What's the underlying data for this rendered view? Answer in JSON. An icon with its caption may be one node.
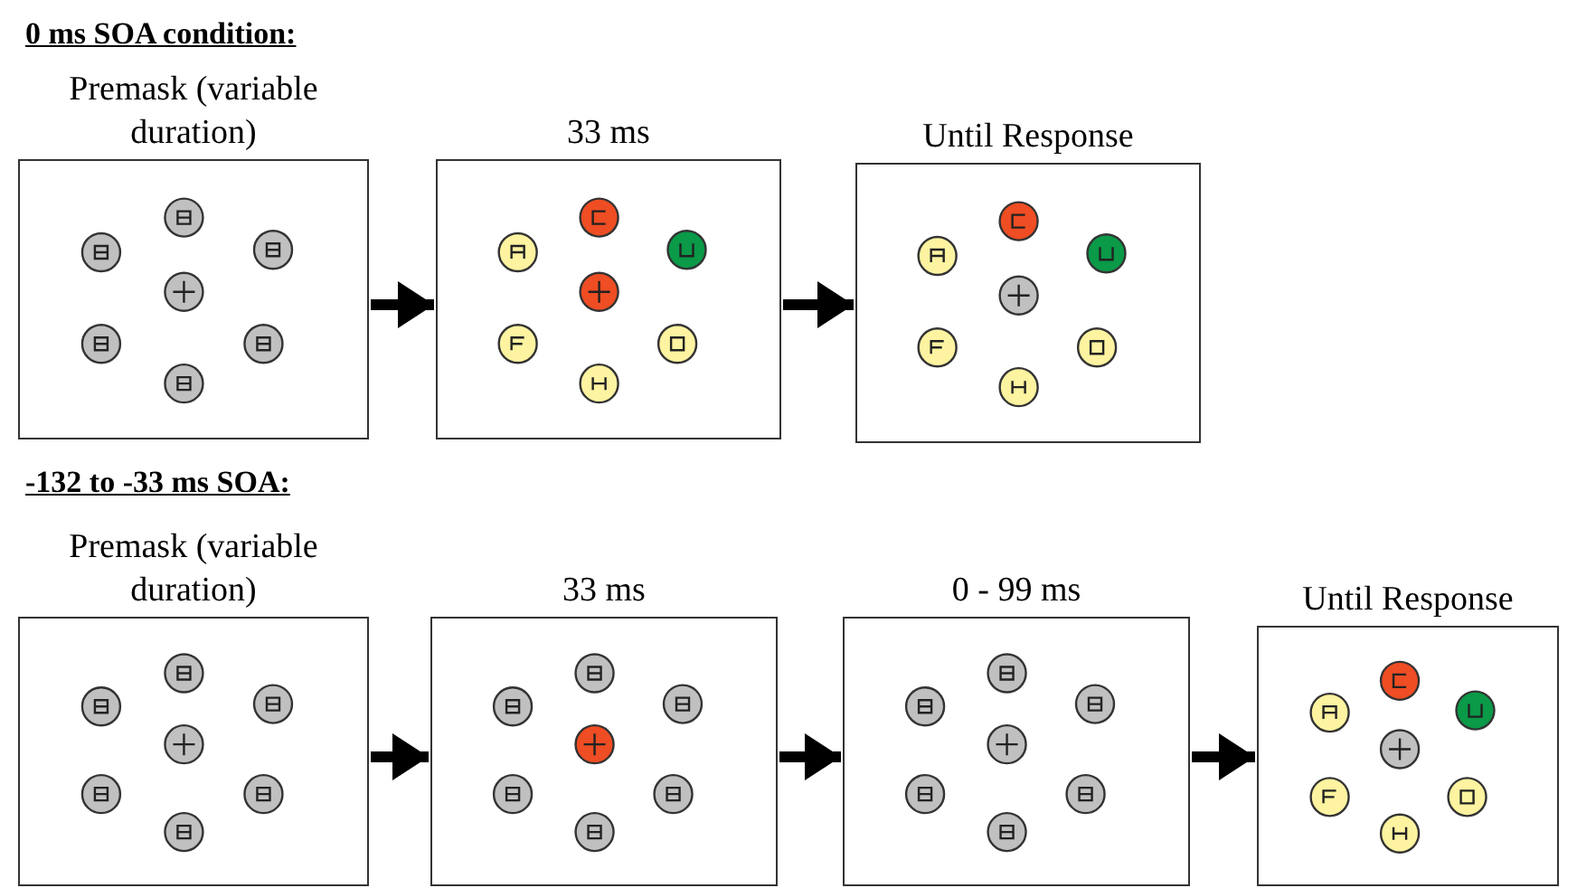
{
  "diagram": {
    "nodes": [
      {
        "text": [
          "Premask (variable duration)"
        ]
      },
      {
        "text": [
          "33 ms"
        ]
      },
      {
        "text": [
          "Until Response"
        ]
      },
      {
        "text": [
          "Premask (variable duration)"
        ]
      },
      {
        "text": [
          "33 ms"
        ]
      },
      {
        "text": [
          "0 - 99 ms"
        ]
      },
      {
        "text": [
          "Until Response"
        ]
      }
    ],
    "edges": [
      {
        "from": 0,
        "to": 1,
        "arrow": "to"
      },
      {
        "from": 1,
        "to": 2,
        "arrow": "to"
      },
      {
        "from": 3,
        "to": 4,
        "arrow": "to"
      },
      {
        "from": 4,
        "to": 5,
        "arrow": "to"
      },
      {
        "from": 5,
        "to": 6,
        "arrow": "to"
      }
    ],
    "labels": [
      "0 ms SOA condition:",
      "-132 to -33 ms SOA:"
    ]
  }
}
